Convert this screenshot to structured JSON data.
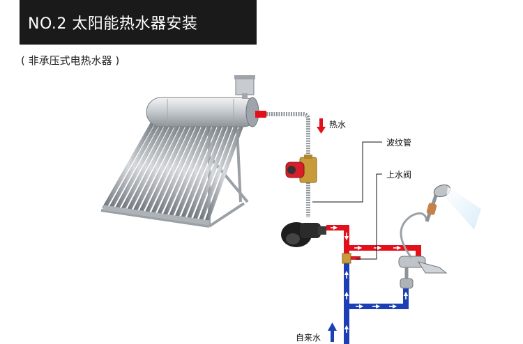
{
  "header": {
    "title": "NO.2 太阳能热水器安装",
    "subtitle": "( 非承压式电热水器 )"
  },
  "labels": {
    "hot_water": "热水",
    "corrugated_pipe": "波纹管",
    "upper_valve": "上水阀",
    "tap_water": "自来水"
  },
  "colors": {
    "hot_pipe": "#e3101c",
    "cold_pipe": "#1d3fb5",
    "title_bg": "#1a1a1a",
    "pump_red": "#d81e2a",
    "brass": "#c89a3a",
    "steel": "#b8bcc0"
  },
  "icons": {
    "hot_arrow": "arrow-down-red",
    "cold_arrow": "arrow-up-blue"
  }
}
